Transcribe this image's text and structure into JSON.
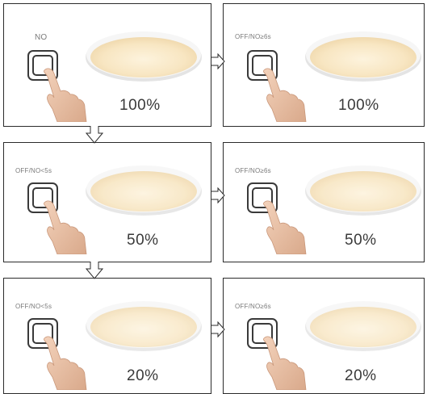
{
  "steps": [
    {
      "label": "NO",
      "brightness": "100%",
      "level": 1.0
    },
    {
      "label": "OFF/NO≥6s",
      "brightness": "100%",
      "level": 1.0
    },
    {
      "label": "OFF/NO<5s",
      "brightness": "50%",
      "level": 0.5
    },
    {
      "label": "OFF/NO≥6s",
      "brightness": "50%",
      "level": 0.5
    },
    {
      "label": "OFF/NO<5s",
      "brightness": "20%",
      "level": 0.2
    },
    {
      "label": "OFF/NO≥6s",
      "brightness": "20%",
      "level": 0.2
    }
  ],
  "colors": {
    "border": "#2b2b2b",
    "lamp_glow": "#fbeccc",
    "lamp_rim": "#f1f1f1",
    "skin": "#eac3a8",
    "switch_stroke": "#3a3a3a"
  }
}
